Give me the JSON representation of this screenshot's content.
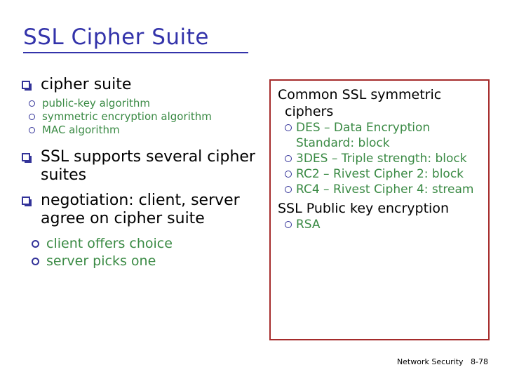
{
  "slide": {
    "title": "SSL Cipher Suite",
    "title_color": "#3333aa",
    "body_color": "#000000",
    "accent_green": "#3a8a44",
    "marker_blue": "#333399",
    "box_border_color": "#a52b2b"
  },
  "left_column": {
    "blocks": [
      {
        "marker": "square-3d-marker",
        "text": "cipher suite",
        "sub": [
          {
            "marker": "circle-marker",
            "text": "public-key algorithm"
          },
          {
            "marker": "circle-marker",
            "text": "symmetric encryption algorithm"
          },
          {
            "marker": "circle-marker",
            "text": "MAC  algorithm"
          }
        ]
      },
      {
        "marker": "square-3d-marker",
        "text": "SSL supports several cipher suites",
        "sub": []
      },
      {
        "marker": "square-3d-marker",
        "text": "negotiation: client, server agree on cipher suite",
        "sub": [
          {
            "marker": "circle-marker",
            "text": "client offers choice"
          },
          {
            "marker": "circle-marker",
            "text": "server picks one"
          }
        ]
      }
    ]
  },
  "right_box": {
    "heading_1": "Common SSL symmetric",
    "heading_1_cont": "ciphers",
    "ciphers": [
      {
        "marker": "circle-marker",
        "text": "DES – Data Encryption Standard: block"
      },
      {
        "marker": "circle-marker",
        "text": "3DES – Triple strength: block"
      },
      {
        "marker": "circle-marker",
        "text": "RC2 – Rivest Cipher 2: block"
      },
      {
        "marker": "circle-marker",
        "text": "RC4 – Rivest Cipher 4: stream"
      }
    ],
    "heading_2": "SSL Public key encryption",
    "public_key": [
      {
        "marker": "circle-marker",
        "text": "RSA"
      }
    ]
  },
  "footer": {
    "text": "Network Security   8-78"
  }
}
